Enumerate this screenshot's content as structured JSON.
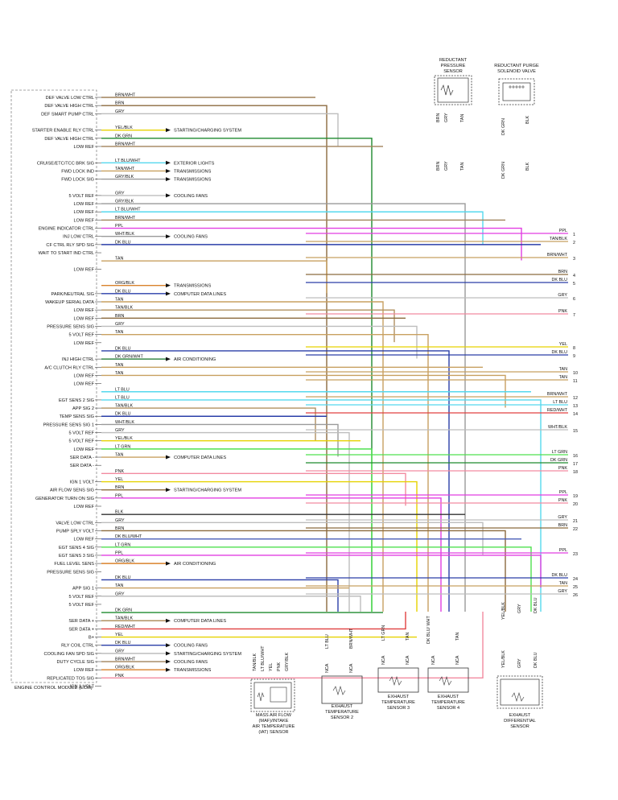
{
  "ecm": {
    "title": "ENGINE CONTROL MODULE (ECM)",
    "pins": [
      {
        "label": "DEF VALVE LOW CTRL",
        "wire": "BRN/WHT",
        "color": "#a0825a"
      },
      {
        "label": "DEF VALVE HIGH CTRL",
        "wire": "BRN",
        "color": "#8b6a3e"
      },
      {
        "label": "DEF SMART PUMP CTRL",
        "wire": "GRY",
        "color": "#bdbdbd"
      },
      {
        "label": "",
        "wire": "",
        "color": ""
      },
      {
        "label": "STARTER ENABLE RLY CTRL",
        "wire": "YEL/BLK",
        "color": "#e6d200",
        "dest": "STARTING/CHARGING SYSTEM"
      },
      {
        "label": "DEF VALVE HIGH CTRL",
        "wire": "DK GRN",
        "color": "#1e8a2e"
      },
      {
        "label": "LOW REF",
        "wire": "BRN/WHT",
        "color": "#a0825a"
      },
      {
        "label": "",
        "wire": "",
        "color": ""
      },
      {
        "label": "CRUISE/ETC/TCC BRK SIG",
        "wire": "LT BLU/WHT",
        "color": "#55d8ee",
        "dest": "EXTERIOR LIGHTS"
      },
      {
        "label": "FWD LOCK IND",
        "wire": "TAN/WHT",
        "color": "#c8a060",
        "dest": "TRANSMISSIONS"
      },
      {
        "label": "FWD LOCK SIG",
        "wire": "GRY/BLK",
        "color": "#999999",
        "dest": "TRANSMISSIONS"
      },
      {
        "label": "",
        "wire": "",
        "color": ""
      },
      {
        "label": "5 VOLT REF",
        "wire": "GRY",
        "color": "#bdbdbd",
        "dest": "COOLING FANS"
      },
      {
        "label": "LOW REF",
        "wire": "GRY/BLK",
        "color": "#999999"
      },
      {
        "label": "LOW REF",
        "wire": "LT BLU/WHT",
        "color": "#55d8ee"
      },
      {
        "label": "LOW REF",
        "wire": "BRN/WHT",
        "color": "#a0825a"
      },
      {
        "label": "ENGINE INDICATOR CTRL",
        "wire": "PPL",
        "color": "#e23ee2"
      },
      {
        "label": "INJ LOW CTRL",
        "wire": "WHT/BLK",
        "color": "#9a9a9a",
        "dest": "COOLING FANS"
      },
      {
        "label": "CF CTRL RLY SPD SIG",
        "wire": "DK BLU",
        "color": "#2a3ea8"
      },
      {
        "label": "WAIT TO START IND CTRL",
        "wire": "",
        "color": ""
      },
      {
        "label": "",
        "wire": "TAN",
        "color": "#c8a060"
      },
      {
        "label": "LOW REF",
        "wire": "",
        "color": ""
      },
      {
        "label": "",
        "wire": "",
        "color": ""
      },
      {
        "label": "",
        "wire": "ORG/BLK",
        "color": "#d9822b",
        "dest": "TRANSMISSIONS"
      },
      {
        "label": "PARK/NEUTRAL SIG",
        "wire": "DK BLU",
        "color": "#2a3ea8",
        "dest": "COMPUTER DATA LINES"
      },
      {
        "label": "WAKEUP SERIAL DATA",
        "wire": "TAN",
        "color": "#c8a060"
      },
      {
        "label": "LOW REF",
        "wire": "TAN/BLK",
        "color": "#b09060"
      },
      {
        "label": "LOW REF",
        "wire": "BRN",
        "color": "#8b6a3e"
      },
      {
        "label": "PRESSURE SENS SIG",
        "wire": "GRY",
        "color": "#bdbdbd"
      },
      {
        "label": "5 VOLT REF",
        "wire": "TAN",
        "color": "#c8a060"
      },
      {
        "label": "LOW REF",
        "wire": "",
        "color": ""
      },
      {
        "label": "",
        "wire": "DK BLU",
        "color": "#2a3ea8"
      },
      {
        "label": "INJ HIGH CTRL",
        "wire": "DK GRN/WHT",
        "color": "#3a8a4a",
        "dest": "AIR CONDITIONING"
      },
      {
        "label": "A/C CLUTCH RLY CTRL",
        "wire": "TAN",
        "color": "#c8a060"
      },
      {
        "label": "LOW REF",
        "wire": "TAN",
        "color": "#c8a060"
      },
      {
        "label": "LOW REF",
        "wire": "",
        "color": ""
      },
      {
        "label": "",
        "wire": "LT BLU",
        "color": "#55d8ee"
      },
      {
        "label": "EGT SENS 2 SIG",
        "wire": "LT BLU",
        "color": "#55d8ee"
      },
      {
        "label": "APP SIG 2",
        "wire": "TAN/BLK",
        "color": "#b09060"
      },
      {
        "label": "TEMP SENS SIG",
        "wire": "DK BLU",
        "color": "#2a3ea8"
      },
      {
        "label": "PRESSURE SENS SIG 1",
        "wire": "WHT/BLK",
        "color": "#9a9a9a"
      },
      {
        "label": "5 VOLT REF",
        "wire": "GRY",
        "color": "#bdbdbd"
      },
      {
        "label": "5 VOLT REF",
        "wire": "YEL/BLK",
        "color": "#e6d200"
      },
      {
        "label": "LOW REF",
        "wire": "LT GRN",
        "color": "#4fe04f"
      },
      {
        "label": "SER DATA -",
        "wire": "TAN",
        "color": "#c8a060",
        "dest": "COMPUTER DATA LINES"
      },
      {
        "label": "SER DATA -",
        "wire": "",
        "color": ""
      },
      {
        "label": "",
        "wire": "PNK",
        "color": "#f28aa0"
      },
      {
        "label": "IGN 1 VOLT",
        "wire": "YEL",
        "color": "#e6d200"
      },
      {
        "label": "AIR FLOW SENS SIG",
        "wire": "BRN",
        "color": "#8b6a3e",
        "dest": "STARTING/CHARGING SYSTEM"
      },
      {
        "label": "GENERATOR TURN ON SIG",
        "wire": "PPL",
        "color": "#e23ee2"
      },
      {
        "label": "LOW REF",
        "wire": "",
        "color": ""
      },
      {
        "label": "",
        "wire": "BLK",
        "color": "#333333"
      },
      {
        "label": "VALVE LOW CTRL",
        "wire": "GRY",
        "color": "#bdbdbd"
      },
      {
        "label": "PUMP SPLY VOLT",
        "wire": "BRN",
        "color": "#8b6a3e"
      },
      {
        "label": "LOW REF",
        "wire": "DK BLU/WHT",
        "color": "#4a5eb8"
      },
      {
        "label": "EGT SENS 4 SIG",
        "wire": "LT GRN",
        "color": "#4fe04f"
      },
      {
        "label": "EGT SENS 3 SIG",
        "wire": "PPL",
        "color": "#e23ee2"
      },
      {
        "label": "FUEL LEVEL SENS",
        "wire": "ORG/BLK",
        "color": "#d9822b",
        "dest": "AIR CONDITIONING"
      },
      {
        "label": "PRESSURE SENS SIG",
        "wire": "",
        "color": ""
      },
      {
        "label": "",
        "wire": "DK BLU",
        "color": "#2a3ea8"
      },
      {
        "label": "APP SIG 1",
        "wire": "TAN",
        "color": "#c8a060"
      },
      {
        "label": "5 VOLT REF",
        "wire": "GRY",
        "color": "#bdbdbd"
      },
      {
        "label": "5 VOLT REF",
        "wire": "",
        "color": ""
      },
      {
        "label": "",
        "wire": "DK GRN",
        "color": "#1e8a2e"
      },
      {
        "label": "SER DATA +",
        "wire": "TAN/BLK",
        "color": "#b09060",
        "dest": "COMPUTER DATA LINES"
      },
      {
        "label": "SER DATA +",
        "wire": "RED/WHT",
        "color": "#e04040"
      },
      {
        "label": "B+",
        "wire": "YEL",
        "color": "#e6d200"
      },
      {
        "label": "RLY COIL CTRL",
        "wire": "DK BLU",
        "color": "#2a3ea8",
        "dest": "COOLING FANS"
      },
      {
        "label": "COOLING FAN SPD SIG",
        "wire": "GRY",
        "color": "#bdbdbd",
        "dest": "STARTING/CHARGING SYSTEM"
      },
      {
        "label": "DUTY CYCLE SIG",
        "wire": "BRN/WHT",
        "color": "#a0825a",
        "dest": "COOLING FANS"
      },
      {
        "label": "LOW REF",
        "wire": "ORG/BLK",
        "color": "#d9822b",
        "dest": "TRANSMISSIONS"
      },
      {
        "label": "REPLICATED TOS SIG",
        "wire": "PNK",
        "color": "#f28aa0"
      },
      {
        "label": "IGN 1 VOLT",
        "wire": "",
        "color": ""
      }
    ]
  },
  "right_connector": [
    {
      "num": "1",
      "wire": "PPL"
    },
    {
      "num": "2",
      "wire": "TAN/BLK"
    },
    {
      "num": "3",
      "wire": "BRN/WHT"
    },
    {
      "num": "4",
      "wire": "BRN"
    },
    {
      "num": "5",
      "wire": "DK BLU"
    },
    {
      "num": "6",
      "wire": "GRY"
    },
    {
      "num": "7",
      "wire": "PNK"
    },
    {
      "num": "8",
      "wire": "YEL"
    },
    {
      "num": "9",
      "wire": "DK BLU"
    },
    {
      "num": "10",
      "wire": "TAN"
    },
    {
      "num": "11",
      "wire": "TAN"
    },
    {
      "num": "12",
      "wire": "BRN/WHT"
    },
    {
      "num": "13",
      "wire": "LT BLU"
    },
    {
      "num": "14",
      "wire": "RED/WHT"
    },
    {
      "num": "15",
      "wire": "WHT/BLK"
    },
    {
      "num": "16",
      "wire": "LT GRN"
    },
    {
      "num": "17",
      "wire": "DK GRN"
    },
    {
      "num": "18",
      "wire": "PNK"
    },
    {
      "num": "19",
      "wire": "PPL"
    },
    {
      "num": "20",
      "wire": "PNK"
    },
    {
      "num": "21",
      "wire": "GRY"
    },
    {
      "num": "22",
      "wire": "BRN"
    },
    {
      "num": "23",
      "wire": "PPL"
    },
    {
      "num": "24",
      "wire": "DK BLU"
    },
    {
      "num": "25",
      "wire": "TAN"
    },
    {
      "num": "26",
      "wire": "GRY"
    }
  ],
  "components": {
    "reductant_pressure_sensor": {
      "label": "REDUCTANT PRESSURE SENSOR",
      "wires": [
        "BRN",
        "GRY",
        "TAN"
      ]
    },
    "reductant_purge_valve": {
      "label": "REDUCTANT PURGE SOLENOID VALVE",
      "wires": [
        "DK GRN",
        "BLK"
      ]
    },
    "maf_iat_sensor": {
      "label": "MASS AIR FLOW (MAF)/INTAKE AIR TEMPERATURE (IAT) SENSOR",
      "wires": [
        "TAN/BLK",
        "LT BLU/WHT",
        "YEL",
        "PNK",
        "GRY/BLK"
      ]
    },
    "egt_sensor_2": {
      "label": "EXHAUST TEMPERATURE SENSOR 2",
      "wires": [
        "LT BLU",
        "BRN/WHT"
      ],
      "pins": [
        "NCA",
        "NCA"
      ]
    },
    "egt_sensor_3": {
      "label": "EXHAUST TEMPERATURE SENSOR 3",
      "wires": [
        "LT GRN",
        "TAN"
      ],
      "pins": [
        "NCA",
        "NCA"
      ]
    },
    "egt_sensor_4": {
      "label": "EXHAUST TEMPERATURE SENSOR 4",
      "wires": [
        "DK BLU/ WHT",
        "TAN"
      ],
      "pins": [
        "NCA",
        "NCA"
      ]
    },
    "exhaust_diff_sensor": {
      "label": "EXHAUST DIFFERENTIAL SENSOR",
      "wires": [
        "YEL/BLK",
        "GRY",
        "DK BLU"
      ]
    }
  },
  "colors": {
    "background": "#ffffff",
    "ppl": "#e23ee2",
    "dk_blu": "#2a3ea8",
    "lt_blu": "#55d8ee",
    "dk_grn": "#1e8a2e",
    "lt_grn": "#4fe04f",
    "yel": "#e6d200",
    "brn": "#8b6a3e",
    "tan": "#c8a060",
    "gry": "#bdbdbd",
    "pnk": "#f28aa0",
    "red": "#e04040",
    "org": "#d9822b"
  }
}
